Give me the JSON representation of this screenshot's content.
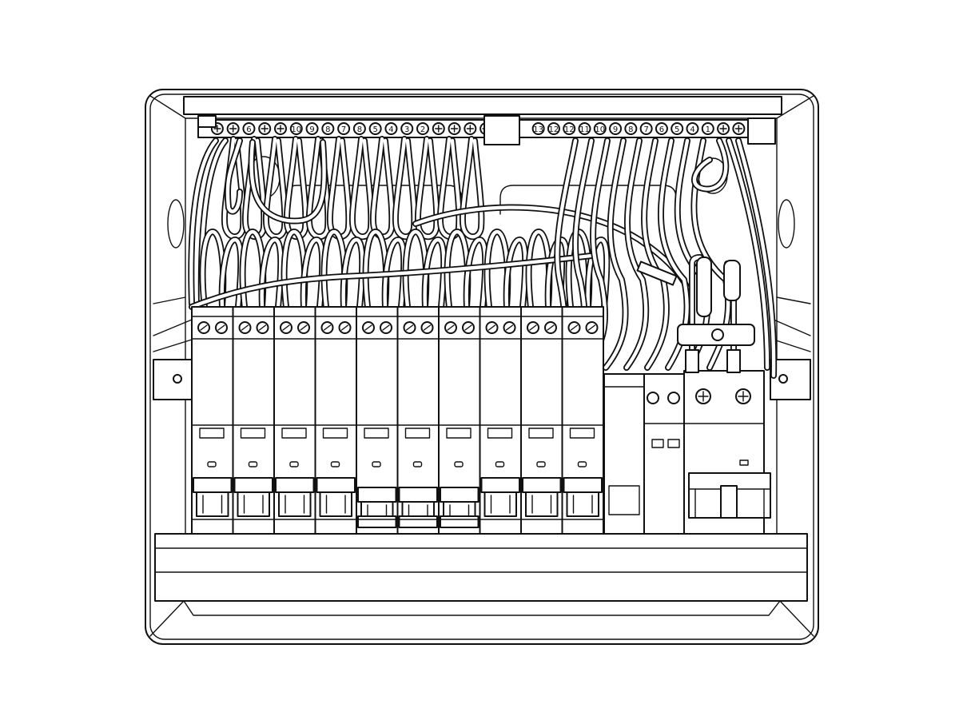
{
  "left_bar_labels": [
    "",
    "",
    "6",
    "",
    "",
    "10",
    "9",
    "8",
    "7",
    "8",
    "5",
    "4",
    "3",
    "2",
    "",
    "",
    "",
    ""
  ],
  "right_bar_labels": [
    "13",
    "12",
    "12",
    "11",
    "10",
    "9",
    "8",
    "7",
    "6",
    "5",
    "4",
    "1",
    "",
    ""
  ],
  "breaker_count": 10,
  "breaker_toggle_states": [
    "up",
    "up",
    "up",
    "up",
    "down",
    "down",
    "down",
    "up",
    "up",
    "up"
  ],
  "main_switch_count": 1
}
